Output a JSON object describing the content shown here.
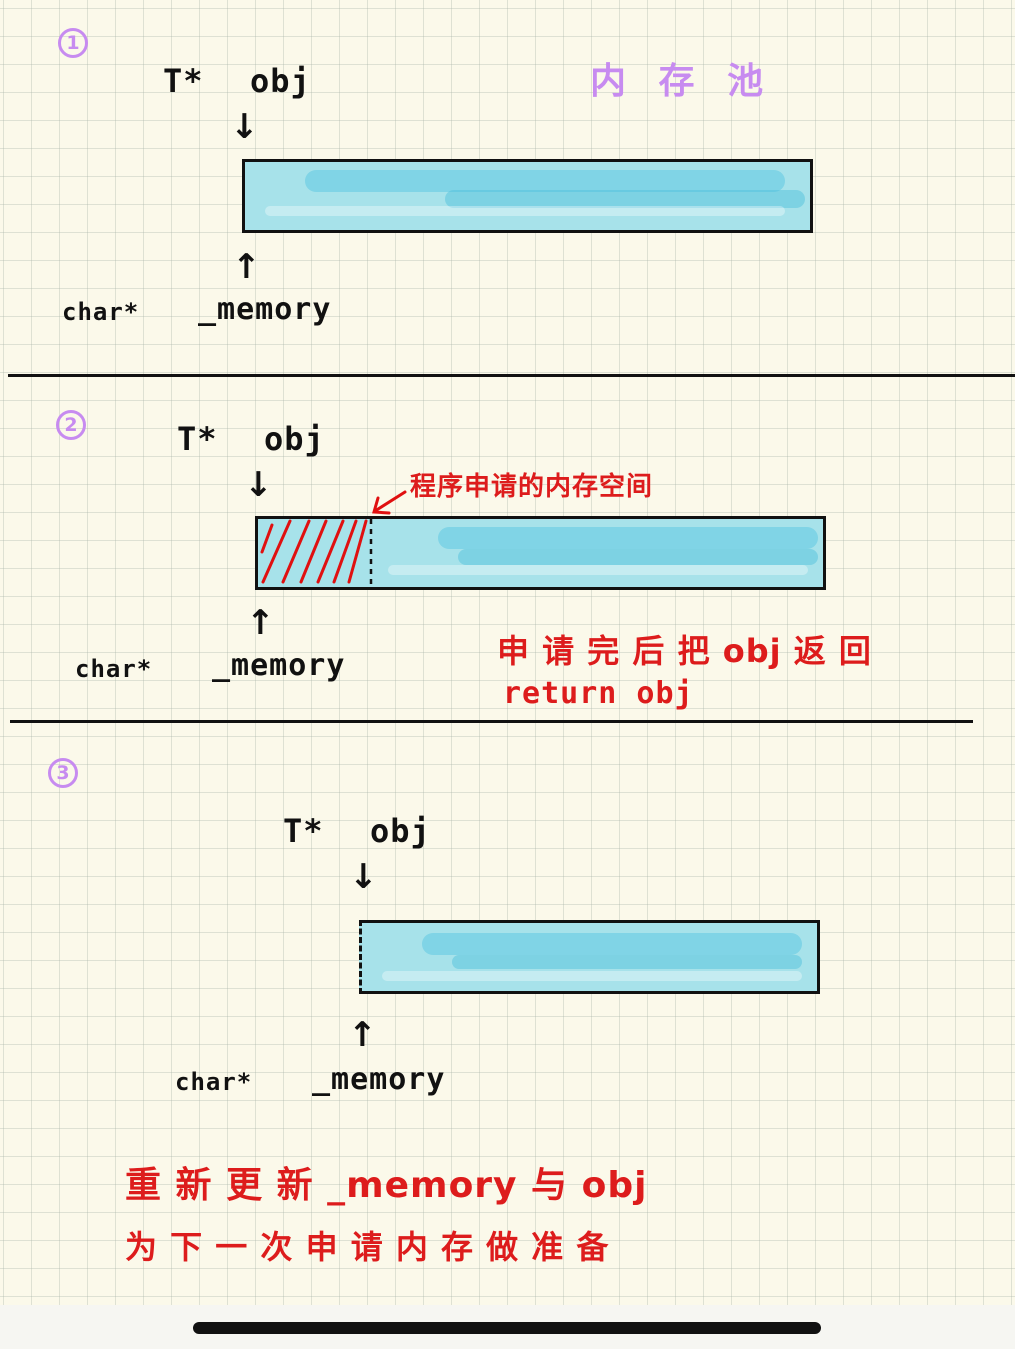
{
  "title": "内 存 池",
  "steps": [
    {
      "badge": "1",
      "ptr_type": "T*",
      "ptr_name": "obj",
      "mem_type": "char*",
      "mem_name": "_memory"
    },
    {
      "badge": "2",
      "ptr_type": "T*",
      "ptr_name": "obj",
      "mem_type": "char*",
      "mem_name": "_memory",
      "annotation": "程序申请的内存空间",
      "note_line1": "申 请 完 后 把 obj 返 回",
      "note_line2": "return  obj"
    },
    {
      "badge": "3",
      "ptr_type": "T*",
      "ptr_name": "obj",
      "mem_type": "char*",
      "mem_name": "_memory",
      "note_line1": "重 新  更 新 _memory 与 obj",
      "note_line2": "为 下 一 次 申 请 内 存 做 准 备"
    }
  ],
  "colors": {
    "paper": "#fbf9ea",
    "grid": "#aab4aa",
    "ink": "#111111",
    "purple": "#c78bf0",
    "red": "#dd1c1c",
    "pool_fill": "#a7e2ea",
    "pool_stroke": "#4cc6e0"
  },
  "icons": [
    "down-arrow-icon",
    "up-arrow-icon",
    "pointer-arrow-icon"
  ]
}
